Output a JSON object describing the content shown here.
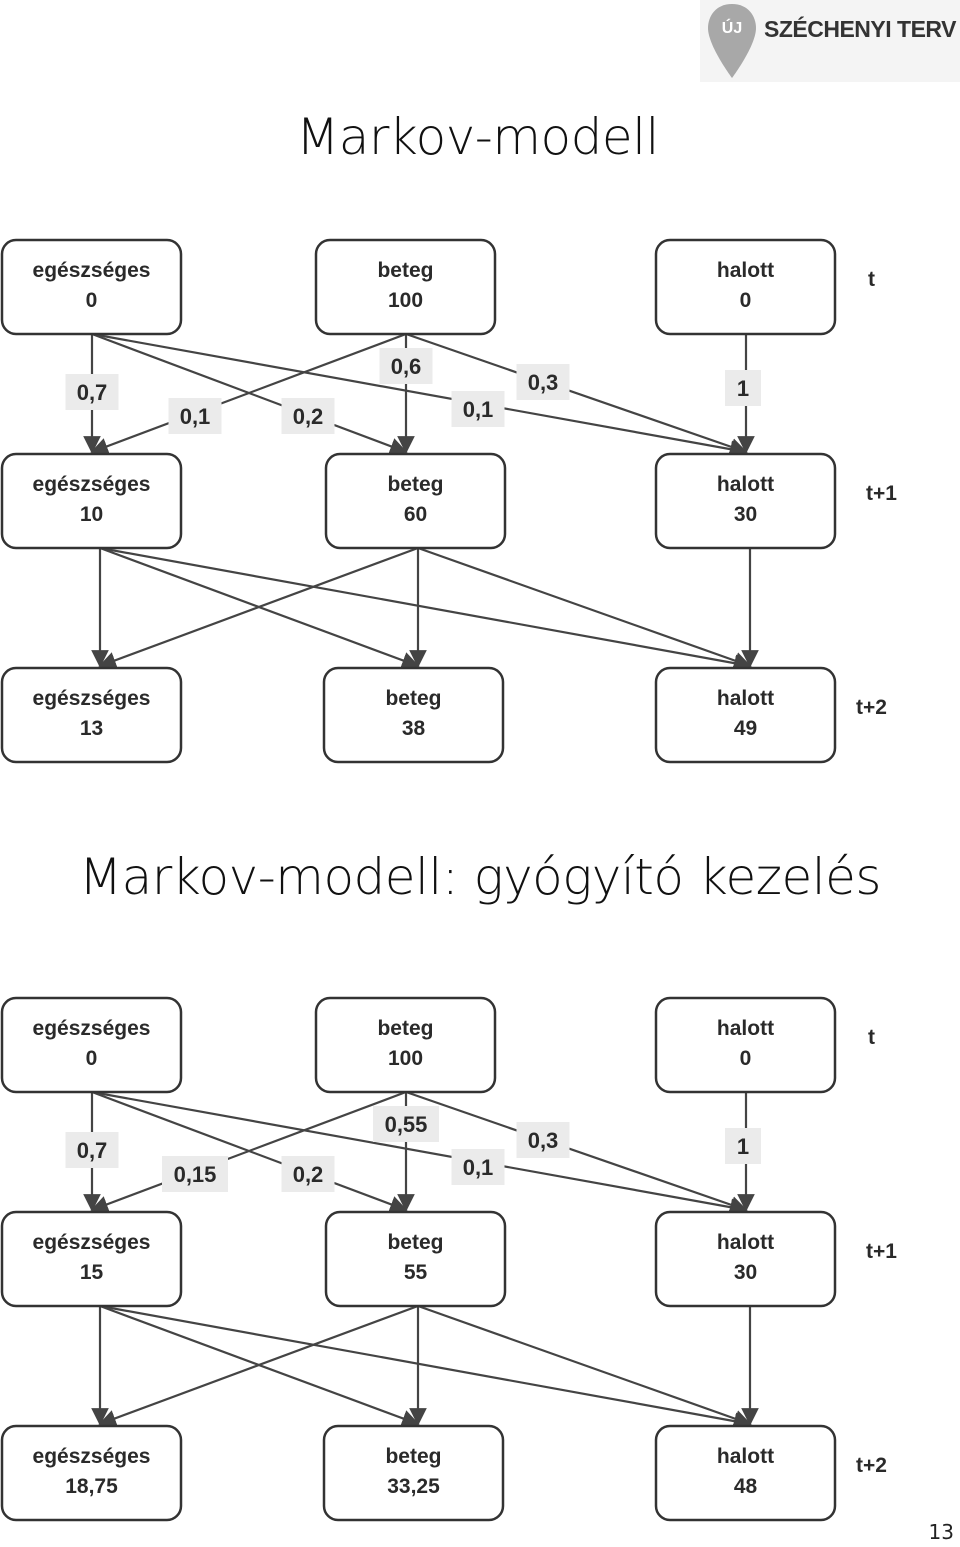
{
  "logo": {
    "pin_text": "ÚJ",
    "text": "SZÉCHENYI TERV"
  },
  "titles": {
    "first": "Markov-modell",
    "second": "Markov-modell: gyógyító kezelés"
  },
  "page_number": "13",
  "colors": {
    "edge": "#444444",
    "box_border": "#333333",
    "label_bg": "#ebebeb",
    "text": "#2a2a2a"
  },
  "diagrams": [
    {
      "time_labels": [
        "t",
        "t+1",
        "t+2"
      ],
      "states": [
        [
          {
            "name": "egészséges",
            "value": "0"
          },
          {
            "name": "beteg",
            "value": "100"
          },
          {
            "name": "halott",
            "value": "0"
          }
        ],
        [
          {
            "name": "egészséges",
            "value": "10"
          },
          {
            "name": "beteg",
            "value": "60"
          },
          {
            "name": "halott",
            "value": "30"
          }
        ],
        [
          {
            "name": "egészséges",
            "value": "13"
          },
          {
            "name": "beteg",
            "value": "38"
          },
          {
            "name": "halott",
            "value": "49"
          }
        ]
      ],
      "probabilities": {
        "healthy_to_healthy": "0,7",
        "sick_to_healthy": "0,1",
        "healthy_to_sick": "0,2",
        "sick_to_sick": "0,6",
        "healthy_to_dead": "0,1",
        "sick_to_dead": "0,3",
        "dead_to_dead": "1"
      }
    },
    {
      "time_labels": [
        "t",
        "t+1",
        "t+2"
      ],
      "states": [
        [
          {
            "name": "egészséges",
            "value": "0"
          },
          {
            "name": "beteg",
            "value": "100"
          },
          {
            "name": "halott",
            "value": "0"
          }
        ],
        [
          {
            "name": "egészséges",
            "value": "15"
          },
          {
            "name": "beteg",
            "value": "55"
          },
          {
            "name": "halott",
            "value": "30"
          }
        ],
        [
          {
            "name": "egészséges",
            "value": "18,75"
          },
          {
            "name": "beteg",
            "value": "33,25"
          },
          {
            "name": "halott",
            "value": "48"
          }
        ]
      ],
      "probabilities": {
        "healthy_to_healthy": "0,7",
        "sick_to_healthy": "0,15",
        "healthy_to_sick": "0,2",
        "sick_to_sick": "0,55",
        "healthy_to_dead": "0,1",
        "sick_to_dead": "0,3",
        "dead_to_dead": "1"
      }
    }
  ]
}
